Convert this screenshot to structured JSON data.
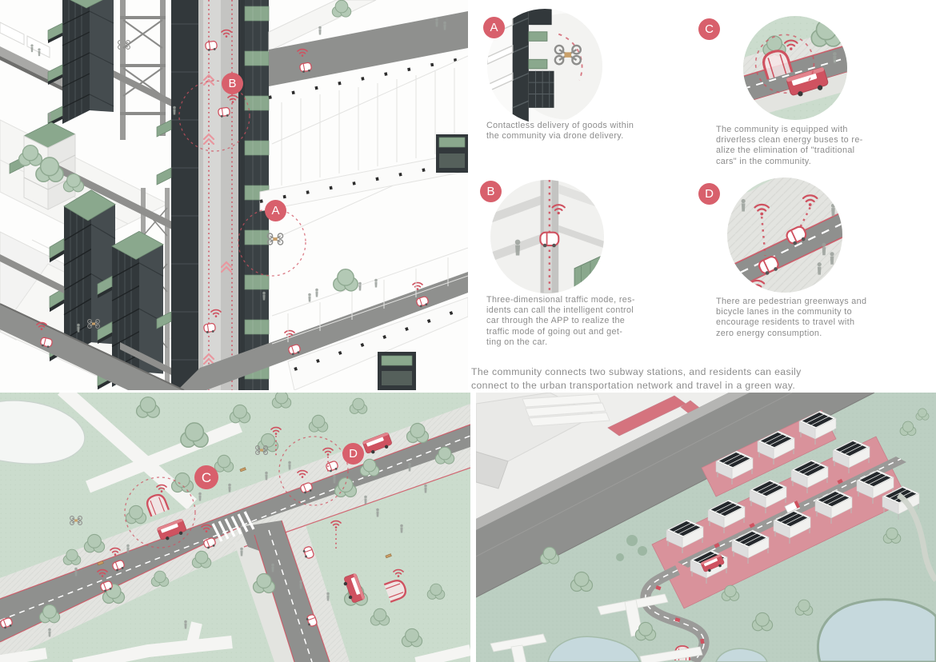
{
  "colors": {
    "badge": "#d8606c",
    "accent": "#cf5260",
    "accent_soft": "#e8979f",
    "text": "#8c8c8c",
    "lawn": "#cbdccd",
    "terrain": "#bccfc2",
    "road": "#8f908e",
    "road_light": "#b5b5b3",
    "water": "#c6d9dd",
    "paver": "#e3e4e0",
    "tree": "#b3c9b5",
    "tree_line": "#8fa991",
    "facade_dark": "#32383b",
    "balcony": "#8aa88d",
    "balcony_line": "#6f8a73",
    "corridor": "#c4c4c2",
    "corridor_light": "#d7d7d5",
    "slab": "#8f8f8d",
    "deck": "#d9929b",
    "deck_edge": "#c87f8a",
    "red_block": "#d5737e",
    "solar": "#24282c"
  },
  "callouts": [
    {
      "id": "A",
      "caption": "Contactless delivery of goods within\nthe community via drone delivery."
    },
    {
      "id": "B",
      "caption": "Three-dimensional traffic mode, res-\nidents can call the intelligent control\ncar through the APP to realize the\ntraffic mode of going out and get-\nting on the car."
    },
    {
      "id": "C",
      "caption": "The community is equipped with\ndriverless clean energy buses to re-\nalize the elimination of \"traditional\ncars\" in the community."
    },
    {
      "id": "D",
      "caption": "There are pedestrian greenways and\nbicycle lanes in the community to\nencourage residents to travel with\nzero energy consumption."
    }
  ],
  "footer_note": "The community connects two subway stations, and residents can easily\nconnect to the urban transportation network and travel in a green way."
}
